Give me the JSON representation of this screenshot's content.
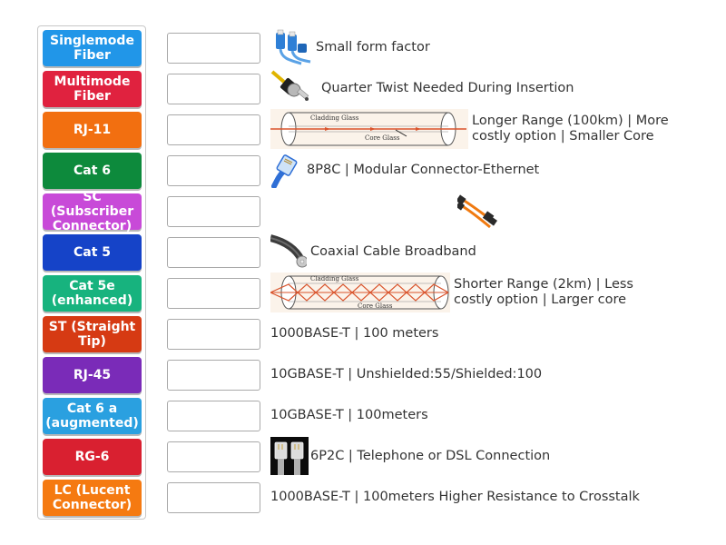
{
  "tiles": [
    {
      "label": "Singlemode Fiber",
      "color": "#2196e8"
    },
    {
      "label": "Multimode Fiber",
      "color": "#e0223f"
    },
    {
      "label": "RJ-11",
      "color": "#f26f10"
    },
    {
      "label": "Cat 6",
      "color": "#0d8a3c"
    },
    {
      "label": "SC (Subscriber Connector)",
      "color": "#c84ad8"
    },
    {
      "label": "Cat 5",
      "color": "#1543c8"
    },
    {
      "label": "Cat 5e (enhanced)",
      "color": "#17b37e"
    },
    {
      "label": "ST (Straight Tip)",
      "color": "#d63a13"
    },
    {
      "label": "RJ-45",
      "color": "#7a2bb8"
    },
    {
      "label": "Cat 6 a (augmented)",
      "color": "#2aa0e0"
    },
    {
      "label": "RG-6",
      "color": "#d92030"
    },
    {
      "label": "LC (Lucent Connector)",
      "color": "#f57a11"
    }
  ],
  "clues": [
    {
      "text": "Small form factor",
      "icon": "lc-connector-icon"
    },
    {
      "text": "Quarter Twist Needed During Insertion",
      "icon": "st-connector-icon"
    },
    {
      "text": "Longer Range (100km) | More costly option | Smaller Core",
      "icon": "singlemode-fiber-diagram-icon"
    },
    {
      "text": "8P8C | Modular Connector-Ethernet",
      "icon": "rj45-connector-icon"
    },
    {
      "text": "",
      "icon": "sc-connector-icon"
    },
    {
      "text": "Coaxial Cable Broadband",
      "icon": "coaxial-cable-icon"
    },
    {
      "text": "Shorter Range (2km) | Less costly option | Larger core",
      "icon": "multimode-fiber-diagram-icon"
    },
    {
      "text": "1000BASE-T | 100 meters",
      "icon": ""
    },
    {
      "text": "10GBASE-T | Unshielded:55/Shielded:100",
      "icon": ""
    },
    {
      "text": "10GBASE-T | 100meters",
      "icon": ""
    },
    {
      "text": "6P2C | Telephone or DSL Connection",
      "icon": "rj11-connector-icon"
    },
    {
      "text": "1000BASE-T | 100meters Higher Resistance to Crosstalk",
      "icon": ""
    }
  ],
  "diagram_labels": {
    "cladding": "Cladding Glass",
    "core": "Core Glass"
  }
}
